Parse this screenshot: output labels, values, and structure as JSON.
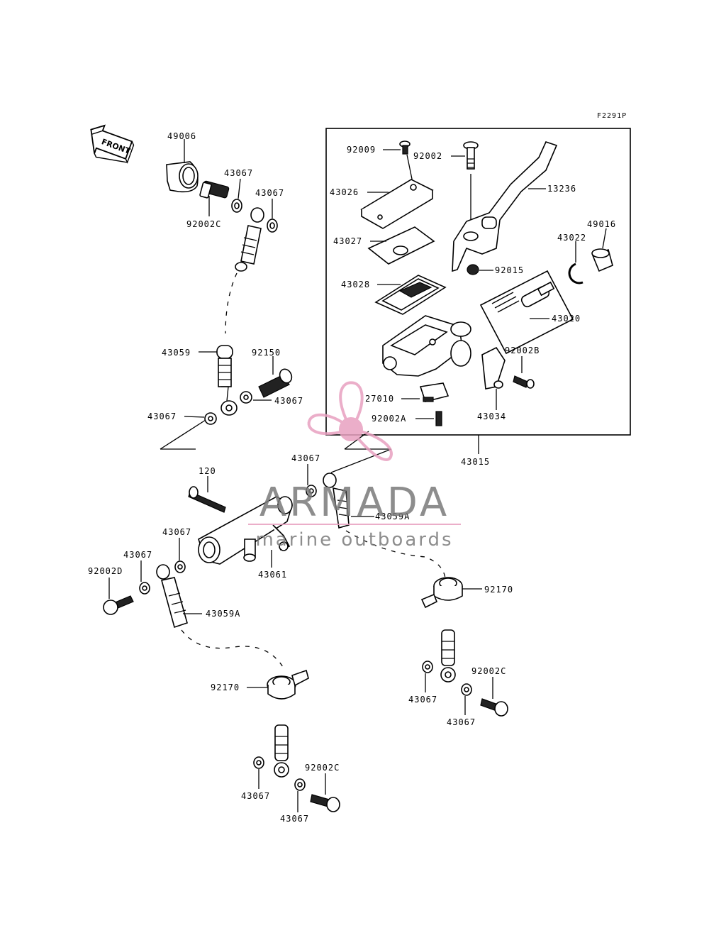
{
  "figure_code": "F2291P",
  "front_arrow_label": "FRONT",
  "watermark": {
    "brand": "ARMADA",
    "tagline": "marine outboards"
  },
  "part_labels": {
    "p49006": "49006",
    "p43067_a": "43067",
    "p43067_b": "43067",
    "p92002c_a": "92002C",
    "p43059": "43059",
    "p92150": "92150",
    "p43067_c": "43067",
    "p43067_d": "43067",
    "p92009": "92009",
    "p92002": "92002",
    "p43026": "43026",
    "p13236": "13236",
    "p43027": "43027",
    "p49016": "49016",
    "p43022": "43022",
    "p92015": "92015",
    "p43028": "43028",
    "p43020": "43020",
    "p92002b": "92002B",
    "p27010": "27010",
    "p92002a": "92002A",
    "p43034": "43034",
    "p43015": "43015",
    "p43067_e": "43067",
    "p120": "120",
    "p43059a_a": "43059A",
    "p43067_f": "43067",
    "p43067_g": "43067",
    "p92002d": "92002D",
    "p43061": "43061",
    "p43059a_b": "43059A",
    "p92170_a": "92170",
    "p92170_b": "92170",
    "p92002c_b": "92002C",
    "p43067_h": "43067",
    "p43067_i": "43067",
    "p43067_j": "43067",
    "p92002c_c": "92002C",
    "p43067_k": "43067"
  },
  "colors": {
    "line": "#000000",
    "watermark_pink": "#e8a0c0",
    "watermark_gray": "#7a7a7a"
  }
}
